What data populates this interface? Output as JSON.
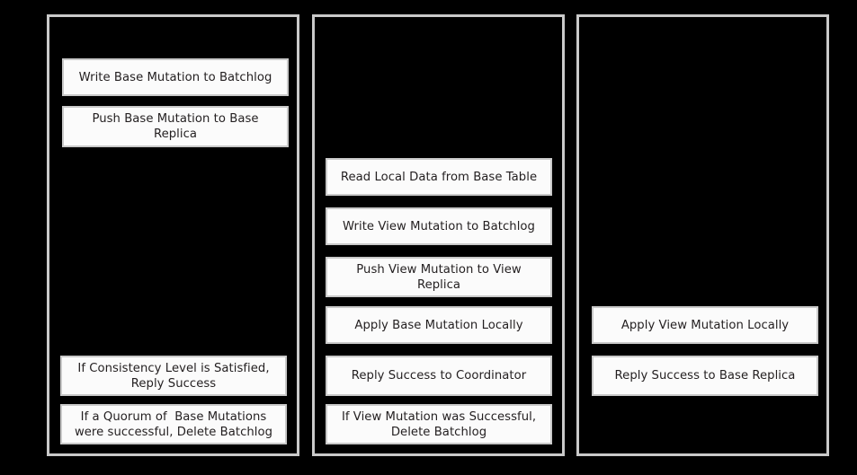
{
  "diagram": {
    "type": "swimlane-flow",
    "background_color": "#000000",
    "lane_border_color": "#c9c9c9",
    "step_fill_color": "#fbfbfb",
    "step_border_color": "#c9c9c9",
    "step_text_color": "#231f20",
    "lanes": [
      {
        "id": "coordinator",
        "steps": [
          {
            "label": "Write Base Mutation to Batchlog"
          },
          {
            "label": "Push Base Mutation to Base\nReplica"
          },
          {
            "label": "If Consistency Level is Satisfied,\nReply Success"
          },
          {
            "label": "If a Quorum of  Base Mutations\nwere successful, Delete Batchlog"
          }
        ]
      },
      {
        "id": "base-replica",
        "steps": [
          {
            "label": "Read Local Data from Base Table"
          },
          {
            "label": "Write View Mutation to Batchlog"
          },
          {
            "label": "Push View Mutation to View\nReplica"
          },
          {
            "label": "Apply Base Mutation Locally"
          },
          {
            "label": "Reply Success to Coordinator"
          },
          {
            "label": "If View Mutation was Successful,\nDelete Batchlog"
          }
        ]
      },
      {
        "id": "view-replica",
        "steps": [
          {
            "label": "Apply View Mutation Locally"
          },
          {
            "label": "Reply Success to Base Replica"
          }
        ]
      }
    ]
  }
}
